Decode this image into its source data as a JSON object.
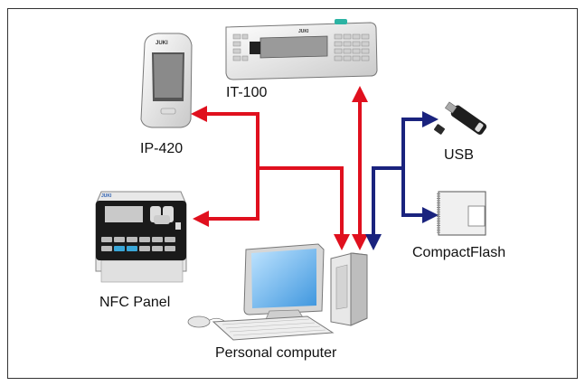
{
  "labels": {
    "it100": "IT-100",
    "ip420": "IP-420",
    "nfc": "NFC Panel",
    "usb": "USB",
    "cf": "CompactFlash",
    "pc": "Personal computer"
  },
  "brand_marks": {
    "ip420": "JUKI",
    "it100": "JUKI",
    "nfc": "JUKI"
  },
  "colors": {
    "red_arrow": "#e0101e",
    "blue_arrow": "#1a237e",
    "device_body": "#f2f2f2",
    "nfc_panel": "#1a1a1a",
    "screen_blue": "#4fa7e8"
  }
}
